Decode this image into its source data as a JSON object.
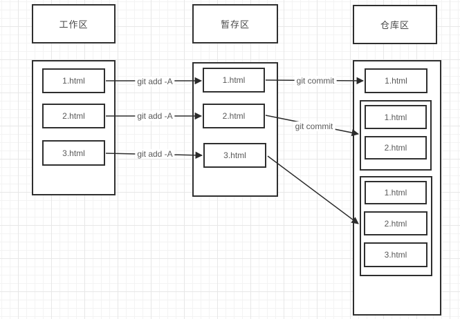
{
  "colors": {
    "box_border": "#2e2e2e",
    "file_text": "#595959",
    "title_text": "#474747",
    "arrow": "#2b2b2b",
    "grid_minor": "#f3f3f3",
    "grid_major": "#e7e7e7",
    "canvas_bg": "#ffffff"
  },
  "working": {
    "title": "工作区",
    "files": [
      "1.html",
      "2.html",
      "3.html"
    ]
  },
  "staging": {
    "title": "暂存区",
    "files": [
      "1.html",
      "2.html",
      "3.html"
    ]
  },
  "repository": {
    "title": "仓库区",
    "head_file": "1.html",
    "commit1_files": [
      "1.html",
      "2.html"
    ],
    "commit2_files": [
      "1.html",
      "2.html",
      "3.html"
    ]
  },
  "arrow_labels": {
    "add1": "git add -A",
    "add2": "git add -A",
    "add3": "git add -A",
    "commit1": "git commit",
    "commit2": "git commit"
  }
}
